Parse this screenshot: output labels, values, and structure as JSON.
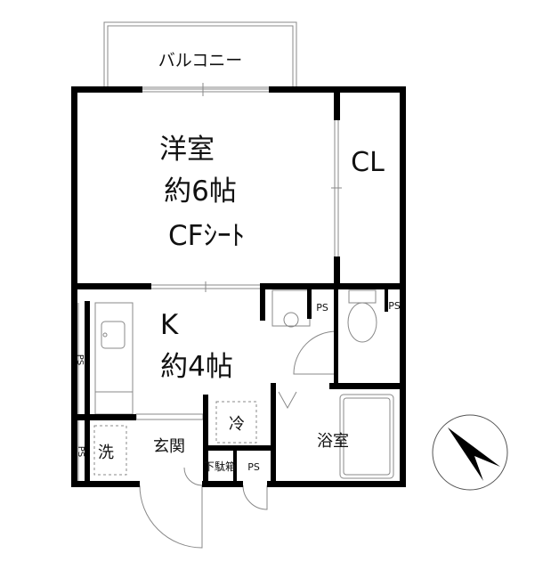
{
  "floor_plan": {
    "balcony": "バルコニー",
    "western_room": {
      "name": "洋室",
      "size": "約6帖",
      "floor": "CFｼｰﾄ"
    },
    "closet": "CL",
    "kitchen": {
      "name": "K",
      "size": "約4帖"
    },
    "fridge": "冷",
    "washer": "洗",
    "entrance": "玄関",
    "bathroom": "浴室",
    "shoe_box": "下駄箱",
    "pipe_space": "PS",
    "compass": "north-arrow-icon"
  }
}
